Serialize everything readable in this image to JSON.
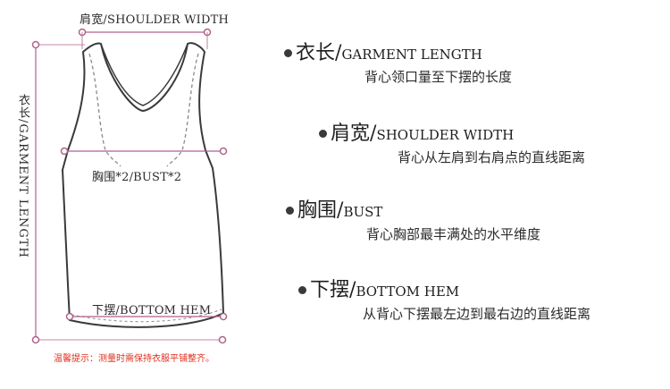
{
  "diagram": {
    "shoulder_label": "肩宽/SHOULDER WIDTH",
    "bust_label": "胸围*2/BUST*2",
    "hem_label": "下摆/BOTTOM HEM",
    "length_label": "衣长/GARMENT LENGTH",
    "tip": "温馨提示：测量时需保持衣服平铺整齐。",
    "colors": {
      "measure_line": "#b0628a",
      "outline": "#3a3a3a",
      "dash": "#8a8a8a",
      "tip": "#e0301e"
    }
  },
  "legend": [
    {
      "cn": "衣长",
      "sep": "/",
      "en": "GARMENT LENGTH",
      "desc": "背心领口量至下摆的长度"
    },
    {
      "cn": "肩宽",
      "sep": "/",
      "en": "SHOULDER WIDTH",
      "desc": "背心从左肩到右肩点的直线距离"
    },
    {
      "cn": "胸围",
      "sep": "/",
      "en": "BUST",
      "desc": "背心胸部最丰满处的水平维度"
    },
    {
      "cn": "下摆",
      "sep": "/",
      "en": "BOTTOM HEM",
      "desc": "从背心下摆最左边到最右边的直线距离"
    }
  ]
}
